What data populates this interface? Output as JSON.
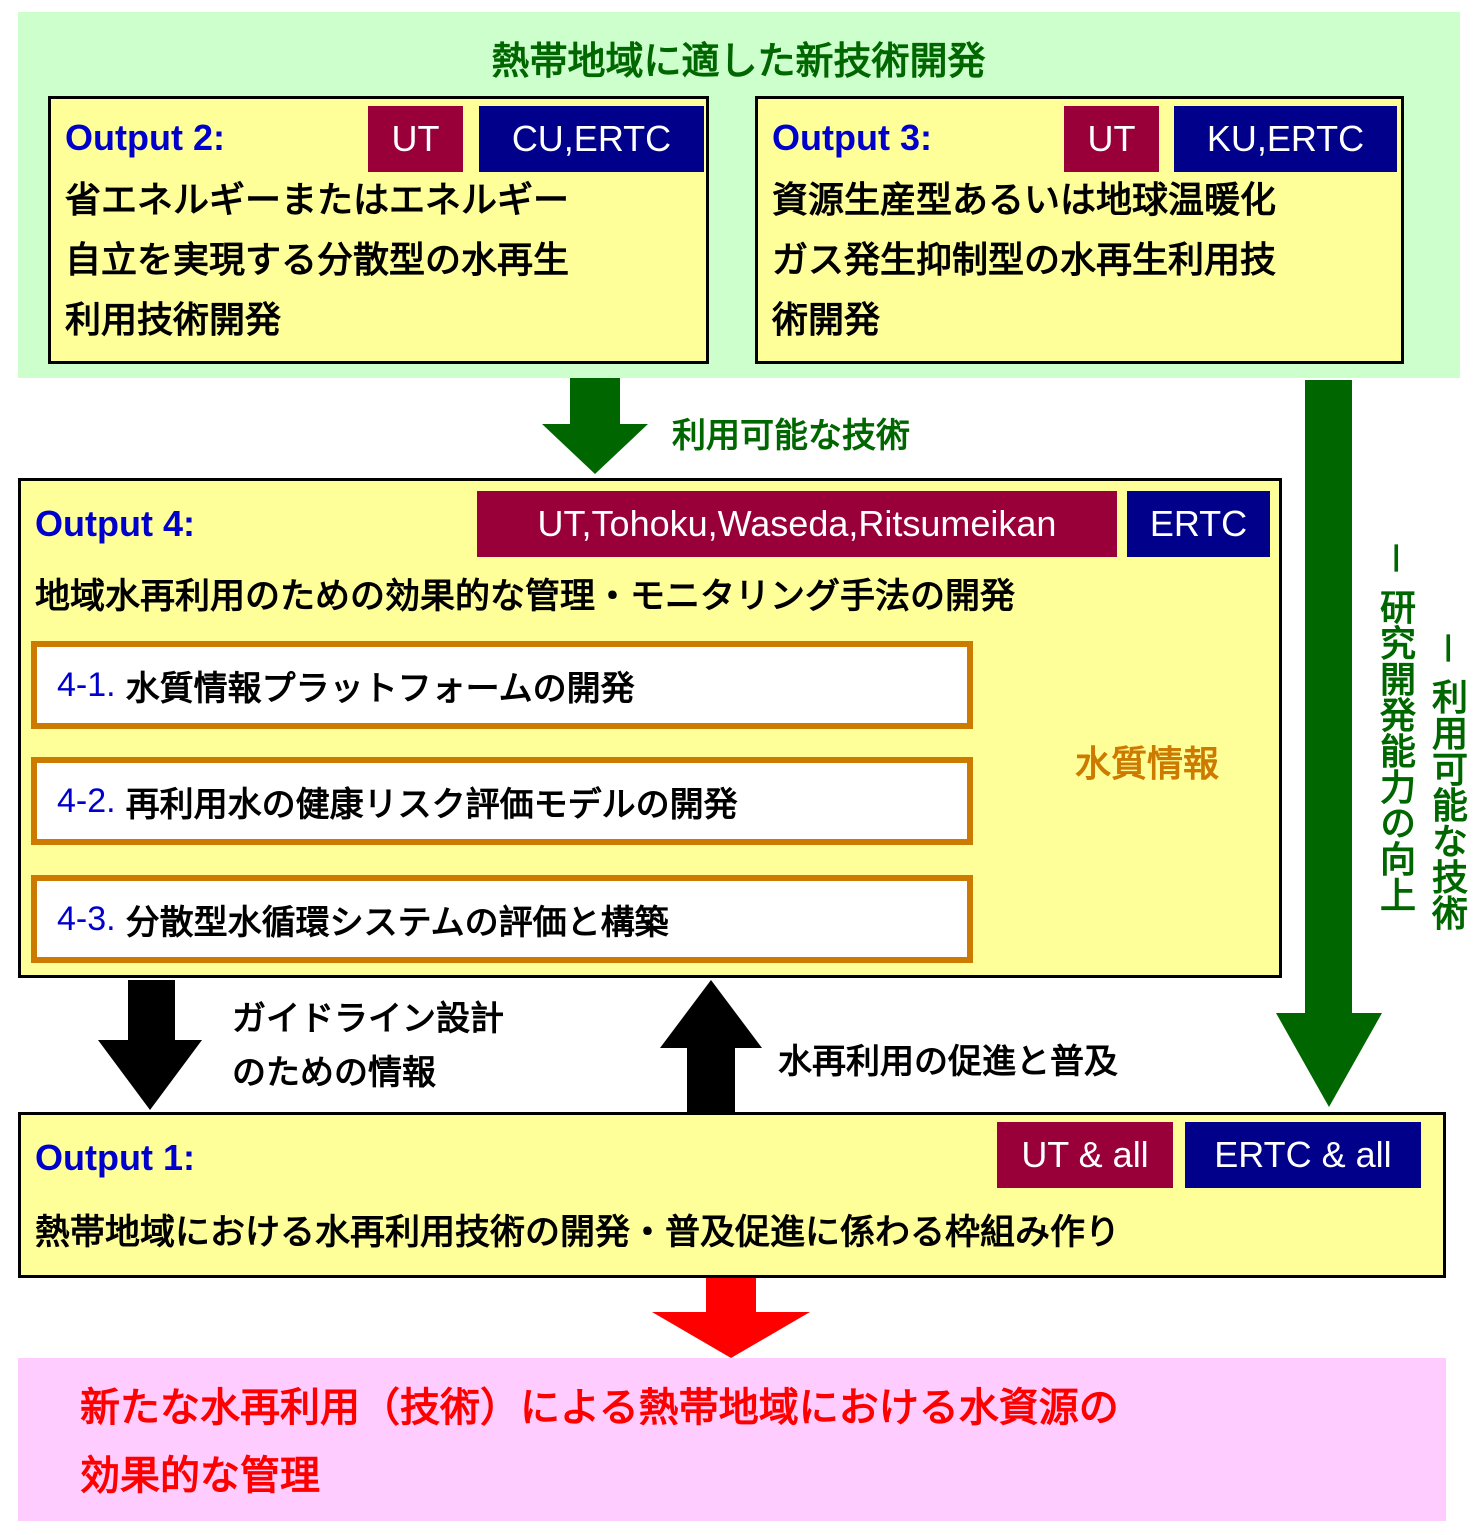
{
  "top": {
    "title": "熱帯地域に適した新技術開発",
    "output2": {
      "title": "Output  2:",
      "badge_left": "UT",
      "badge_right": "CU,ERTC",
      "desc_lines": [
        "省エネルギーまたはエネルギー",
        "自立を実現する分散型の水再生",
        "利用技術開発"
      ]
    },
    "output3": {
      "title": "Output  3:",
      "badge_left": "UT",
      "badge_right": "KU,ERTC",
      "desc_lines": [
        "資源生産型あるいは地球温暖化",
        "ガス発生抑制型の水再生利用技",
        "術開発"
      ]
    }
  },
  "arrow_label_available_tech": "利用可能な技術",
  "side_labels": {
    "line1": "－ 研究開発能力の向上",
    "line2": "－ 利用可能な技術"
  },
  "output4": {
    "title": "Output  4:",
    "badge_left": "UT,Tohoku,Waseda,Ritsumeikan",
    "badge_right": "ERTC",
    "desc": "地域水再利用のための効果的な管理・モニタリング手法の開発",
    "items": [
      {
        "num": "4-1.",
        "label": "水質情報プラットフォームの開発"
      },
      {
        "num": "4-2.",
        "label": "再利用水の健康リスク評価モデルの開発"
      },
      {
        "num": "4-3.",
        "label": "分散型水循環システムの評価と構築"
      }
    ],
    "loop_label": "水質情報"
  },
  "guideline_label_lines": [
    "ガイドライン設計",
    "のための情報"
  ],
  "promotion_label": "水再利用の促進と普及",
  "output1": {
    "title": "Output  1:",
    "badge_left": "UT & all",
    "badge_right": "ERTC & all",
    "desc": "熱帯地域における水再利用技術の開発・普及促進に係わる枠組み作り"
  },
  "goal": {
    "lines": [
      "新たな水再利用（技術）による熱帯地域における水資源の",
      "効果的な管理"
    ]
  },
  "colors": {
    "green_panel": "#ccffcc",
    "yellow_box": "#ffff99",
    "pink_panel": "#ffccff",
    "maroon_badge": "#99003a",
    "navy_badge": "#00008b",
    "green_arrow": "#006600",
    "orange_border": "#cc7a00",
    "red_arrow": "#ff0000"
  }
}
